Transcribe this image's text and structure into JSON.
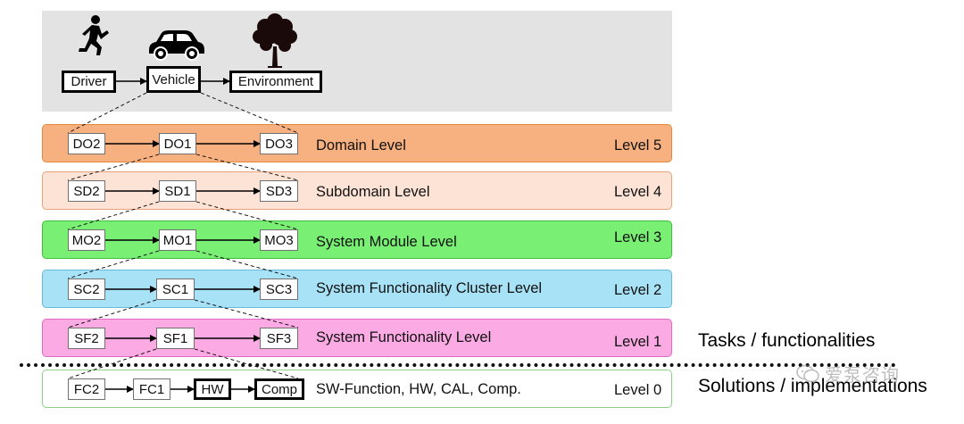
{
  "top": {
    "driver": "Driver",
    "vehicle": "Vehicle",
    "environment": "Environment"
  },
  "levels": [
    {
      "id": "level5",
      "nodes": [
        "DO2",
        "DO1",
        "DO3"
      ],
      "label": "Domain Level",
      "level": "Level 5",
      "fill": "#f7b07f",
      "border": "#e28a3c"
    },
    {
      "id": "level4",
      "nodes": [
        "SD2",
        "SD1",
        "SD3"
      ],
      "label": "Subdomain Level",
      "level": "Level 4",
      "fill": "#fde3d6",
      "border": "#e8a27a"
    },
    {
      "id": "level3",
      "nodes": [
        "MO2",
        "MO1",
        "MO3"
      ],
      "label": "System Module Level",
      "level": "Level 3",
      "fill": "#79f074",
      "border": "#3cbf3a"
    },
    {
      "id": "level2",
      "nodes": [
        "SC2",
        "SC1",
        "SC3"
      ],
      "label": "System Functionality Cluster Level",
      "level": "Level 2",
      "fill": "#a8e2f6",
      "border": "#66b9da"
    },
    {
      "id": "level1",
      "nodes": [
        "SF2",
        "SF1",
        "SF3"
      ],
      "label": "System Functionality Level",
      "level": "Level 1",
      "fill": "#fbaae3",
      "border": "#e06ac0"
    },
    {
      "id": "level0",
      "nodes": [
        "FC2",
        "FC1",
        "HW",
        "Comp"
      ],
      "label": "SW-Function, HW, CAL, Comp.",
      "level": "Level 0",
      "fill": "#ffffff",
      "border": "#8fcf8a"
    }
  ],
  "side": {
    "tasks": "Tasks / functionalities",
    "solutions": "Solutions / implementations"
  },
  "watermark": "爱泵咨询"
}
